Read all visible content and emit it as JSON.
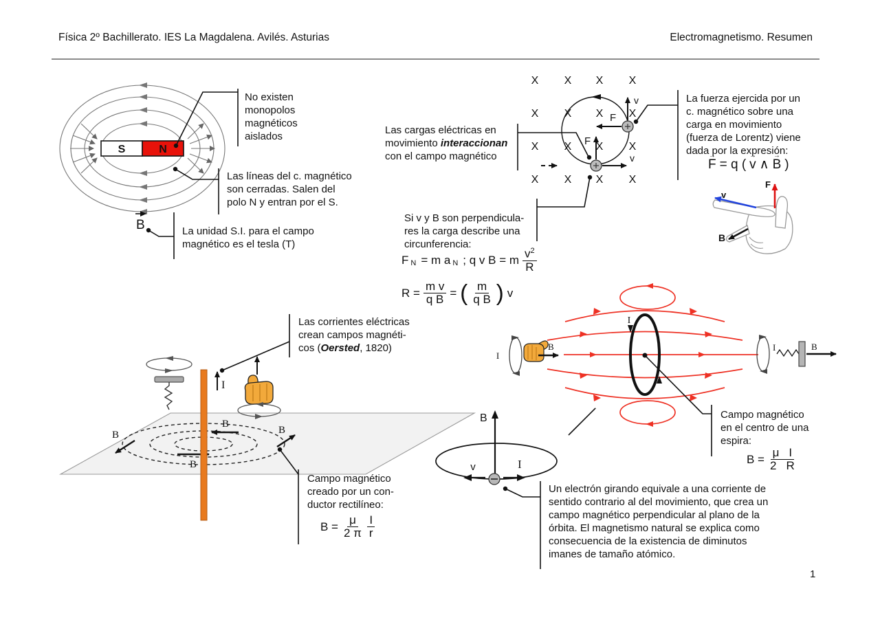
{
  "header": {
    "left": "Física 2º Bachillerato. IES La Magdalena. Avilés. Asturias",
    "right": "Electromagnetismo. Resumen"
  },
  "page_number": "1",
  "colors": {
    "magnet_red": "#e8120a",
    "wire_orange": "#e87a1e",
    "field_red": "#ee3124",
    "hand_orange": "#f2a93b",
    "vector_blue": "#2244dd",
    "vector_red": "#dd1111"
  },
  "magnet": {
    "s": "S",
    "n": "N",
    "b": "B",
    "note_monopoles": [
      "No existen",
      "monopolos",
      "magnéticos",
      "aislados"
    ],
    "note_closed": [
      "Las líneas del c. magnético",
      "son cerradas. Salen del",
      "polo N y entran por el S."
    ],
    "note_tesla": [
      "La unidad S.I. para el campo",
      "magnético es el tesla (T)"
    ]
  },
  "xfield": {
    "x": "X",
    "v": "v",
    "f": "F",
    "note_charges": {
      "l1": "Las cargas eléctricas en",
      "l2a": "movimiento ",
      "l2em": "interaccionan",
      "l3": "con el campo magnético"
    },
    "note_perpendicular": [
      "Si v y B son perpendicula-",
      "res la carga describe una",
      "circunferencia:"
    ]
  },
  "lorentz": {
    "note": [
      "La fuerza ejercida por un",
      "c. magnético sobre una",
      "carga en movimiento",
      "(fuerza de Lorentz) viene",
      "dada por la expresión:"
    ],
    "hand": {
      "v": "v",
      "b": "B",
      "f": "F"
    }
  },
  "formulas": {
    "fn": {
      "p1": "F",
      "s1": "N",
      "p2": "= m a",
      "s2": "N",
      "p3": "; q v B = m",
      "num": "v",
      "sup": "2",
      "den": "R"
    },
    "radius": {
      "p1": "R =",
      "n1": "m v",
      "d1": "q B",
      "p2": "=",
      "lp": "(",
      "n2": "m",
      "d2": "q B",
      "rp": ")",
      "p3": "v"
    },
    "lorentz": {
      "v1": "F",
      "p1": "= q (",
      "v2": "v",
      "p2": "∧",
      "v3": "B",
      "p3": ")"
    },
    "conductor": {
      "p1": "B =",
      "n1": "μ",
      "d1": "2 π",
      "n2": "I",
      "d2": "r"
    },
    "espira": {
      "p1": "B =",
      "n1": "μ",
      "n2": "I",
      "d1": "2",
      "d2": "R"
    }
  },
  "oersted": {
    "b": "B",
    "i": "I",
    "note": {
      "l1": "Las corrientes eléctricas",
      "l2": "crean campos magnéti-",
      "l3a": "cos (",
      "l3em": "Oersted",
      "l3b": ", 1820)"
    },
    "note_conductor": [
      "Campo magnético",
      "creado por un con-",
      "ductor rectilíneo:"
    ]
  },
  "espira": {
    "i": "I",
    "b": "B",
    "note": [
      "Campo magnético",
      "en el centro de una",
      "espira:"
    ]
  },
  "electron": {
    "b": "B",
    "v": "v",
    "i": "I",
    "note": [
      "Un electrón girando equivale a una corriente de",
      "sentido contrario al del movimiento, que crea un",
      "campo magnético perpendicular al plano de la",
      "órbita. El magnetismo natural se explica como",
      "consecuencia de la existencia de diminutos",
      "imanes de tamaño atómico."
    ]
  }
}
